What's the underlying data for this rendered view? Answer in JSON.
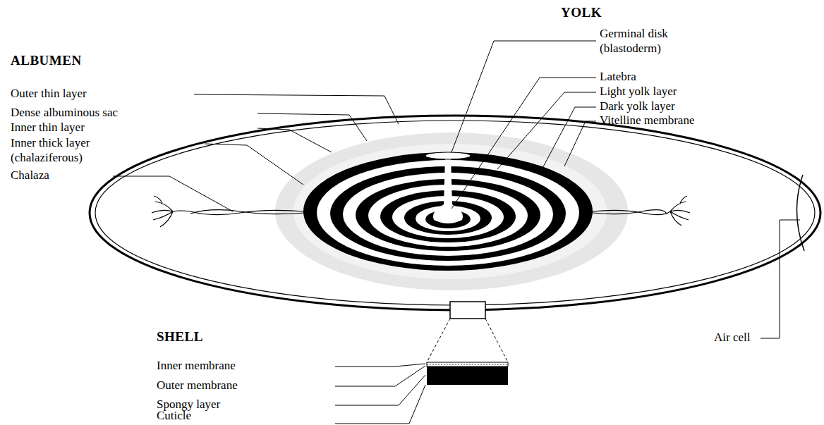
{
  "diagram": {
    "labels": [
      "YOLK",
      "Germinal disk (blastoderm)",
      "Latebra",
      "Light yolk layer",
      "Dark yolk layer",
      "Vitelline membrane",
      "ALBUMEN",
      "Outer thin layer",
      "Dense albuminous sac",
      "Inner thin layer",
      "Inner thick layer (chalaziferous)",
      "Chalaza",
      "Air cell",
      "SHELL",
      "Inner membrane",
      "Outer membrane",
      "Spongy layer",
      "Cuticle"
    ]
  }
}
